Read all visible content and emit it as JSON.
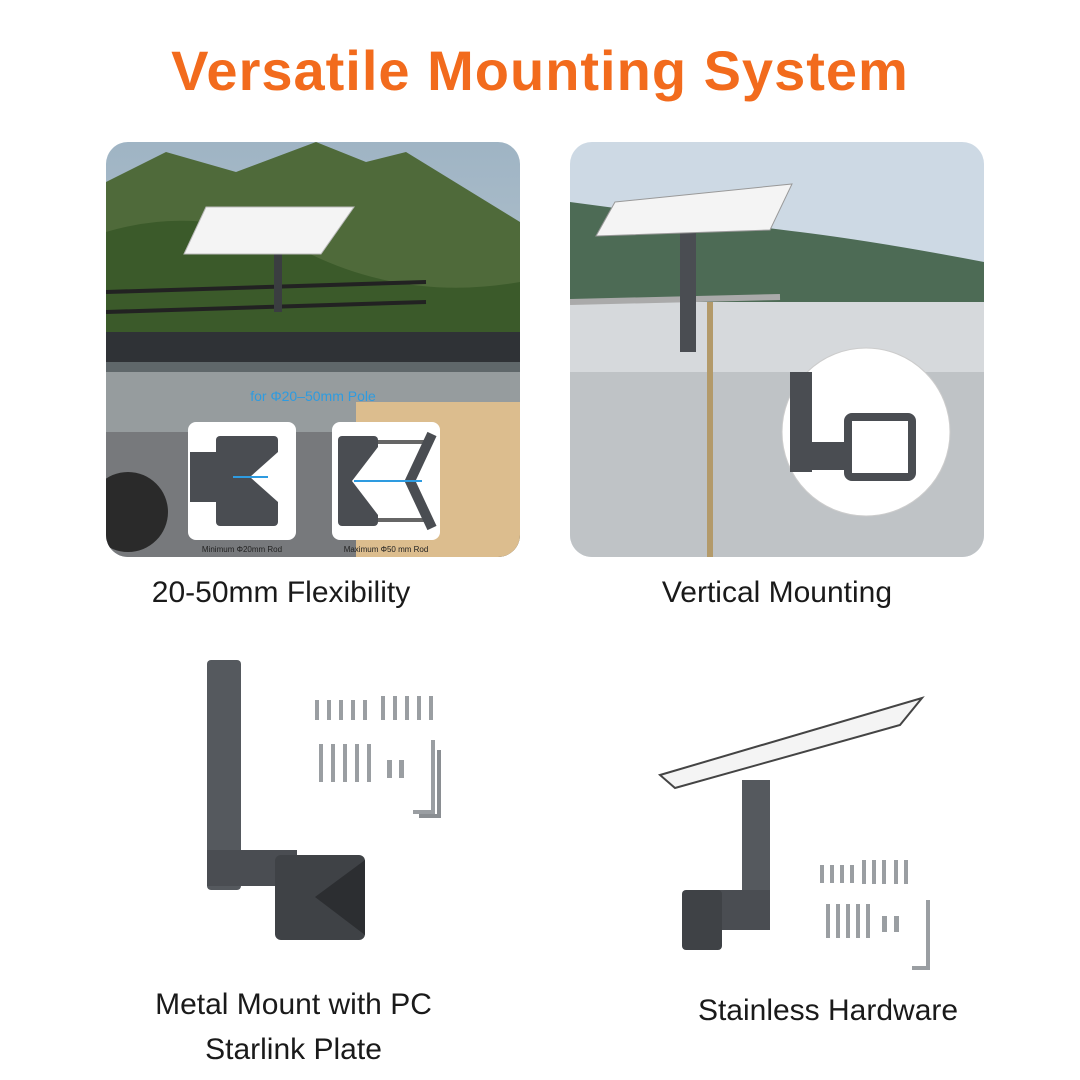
{
  "title": "Versatile Mounting System",
  "features": [
    {
      "caption": "20-50mm Flexibility"
    },
    {
      "caption": "Vertical Mounting"
    },
    {
      "caption_line1": "Metal Mount with PC",
      "caption_line2": "Starlink Plate"
    },
    {
      "caption": "Stainless Hardware"
    }
  ],
  "flex_panel": {
    "pole_label": "for Φ20–50mm Pole",
    "min_label": "Minimum Φ20mm Rod",
    "max_label": "Maximum Φ50 mm Rod"
  },
  "colors": {
    "accent": "#f26b1d",
    "mount": "#4a4d52",
    "measure": "#2e9be0"
  }
}
